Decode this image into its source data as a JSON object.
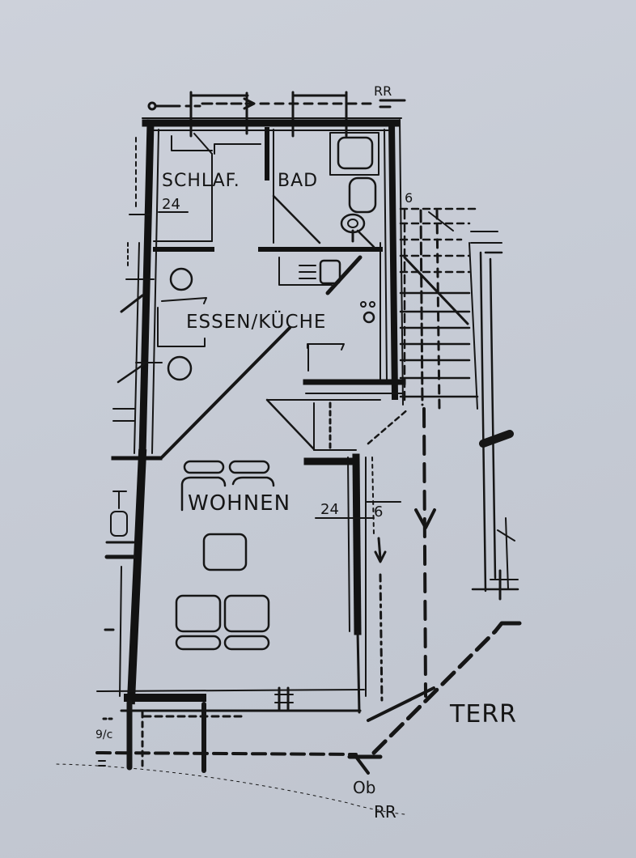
{
  "drawing": {
    "type": "hand-drawn floor plan sketch",
    "paper_color": "#c7ccd6",
    "ink_color": "#151515"
  },
  "rooms": [
    {
      "id": "schlaf",
      "label": "SCHLAF.",
      "dimension": "24"
    },
    {
      "id": "bad",
      "label": "BAD"
    },
    {
      "id": "essen_kueche",
      "label": "ESSEN/KÜCHE"
    },
    {
      "id": "wohnen",
      "label": "WOHNEN",
      "dimension": "24",
      "dimension_b": "6"
    }
  ],
  "annotations": {
    "top_right": "RR",
    "bad_wall_mark": "6",
    "terrace": "TERR",
    "bottom_marker": "Ob",
    "bottom_rr": "RR",
    "bottom_left_mark": "9/c"
  }
}
